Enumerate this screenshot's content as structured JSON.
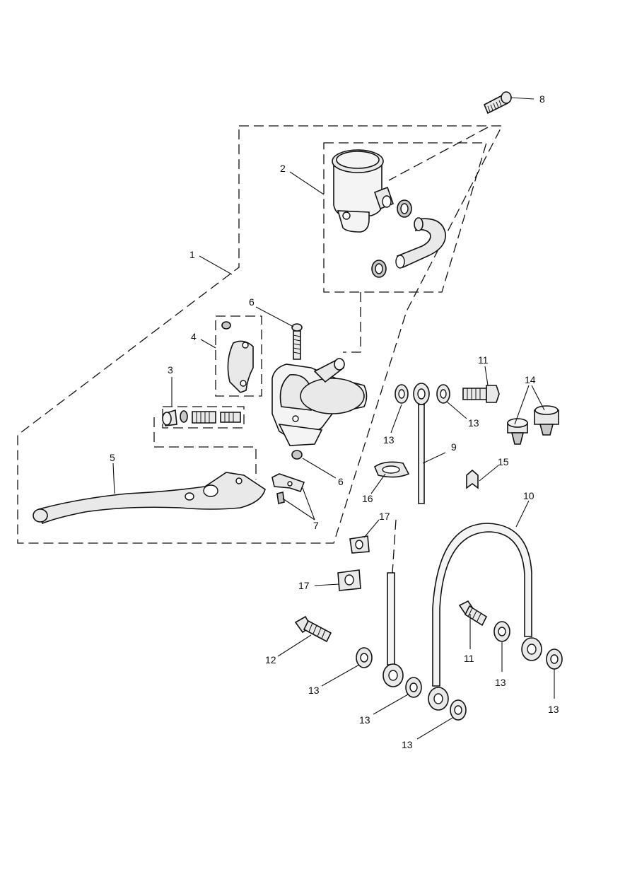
{
  "callouts": [
    {
      "id": "c1",
      "label": "1"
    },
    {
      "id": "c2",
      "label": "2"
    },
    {
      "id": "c3",
      "label": "3"
    },
    {
      "id": "c4",
      "label": "4"
    },
    {
      "id": "c5",
      "label": "5"
    },
    {
      "id": "c6a",
      "label": "6"
    },
    {
      "id": "c6b",
      "label": "6"
    },
    {
      "id": "c7",
      "label": "7"
    },
    {
      "id": "c8",
      "label": "8"
    },
    {
      "id": "c9",
      "label": "9"
    },
    {
      "id": "c10",
      "label": "10"
    },
    {
      "id": "c11a",
      "label": "11"
    },
    {
      "id": "c11b",
      "label": "11"
    },
    {
      "id": "c12",
      "label": "12"
    },
    {
      "id": "c13a",
      "label": "13"
    },
    {
      "id": "c13b",
      "label": "13"
    },
    {
      "id": "c13c",
      "label": "13"
    },
    {
      "id": "c13d",
      "label": "13"
    },
    {
      "id": "c13e",
      "label": "13"
    },
    {
      "id": "c13f",
      "label": "13"
    },
    {
      "id": "c13g",
      "label": "13"
    },
    {
      "id": "c14",
      "label": "14"
    },
    {
      "id": "c15",
      "label": "15"
    },
    {
      "id": "c16",
      "label": "16"
    },
    {
      "id": "c17a",
      "label": "17"
    },
    {
      "id": "c17b",
      "label": "17"
    }
  ]
}
